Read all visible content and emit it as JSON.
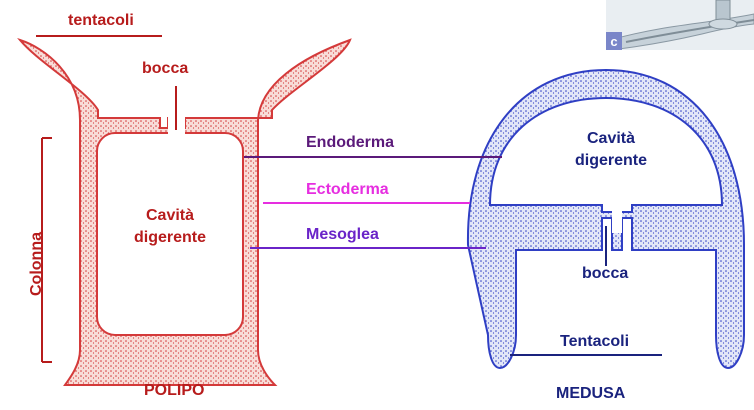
{
  "polyp": {
    "tentacles_label": "tentacoli",
    "mouth_label": "bocca",
    "column_label": "Colonna",
    "cavity_line1": "Cavità",
    "cavity_line2": "digerente",
    "title": "POLIPO"
  },
  "layers": {
    "endoderm_label": "Endoderma",
    "ectoderm_label": "Ectoderma",
    "mesoglea_label": "Mesoglea"
  },
  "medusa": {
    "cavity_line1": "Cavità",
    "cavity_line2": "digerente",
    "mouth_label": "bocca",
    "tentacles_label": "Tentacoli",
    "title": "MEDUSA"
  },
  "thumbnail": {
    "badge": "c"
  },
  "colors": {
    "polyp": "#d43a3a",
    "polyp_fill": "#f6d7d2",
    "medusa": "#2f3fc4",
    "medusa_fill": "#dfe3f6",
    "endoderm": "#5b1a7a",
    "ectoderm": "#e62ee0",
    "mesoglea": "#6a24c8"
  }
}
